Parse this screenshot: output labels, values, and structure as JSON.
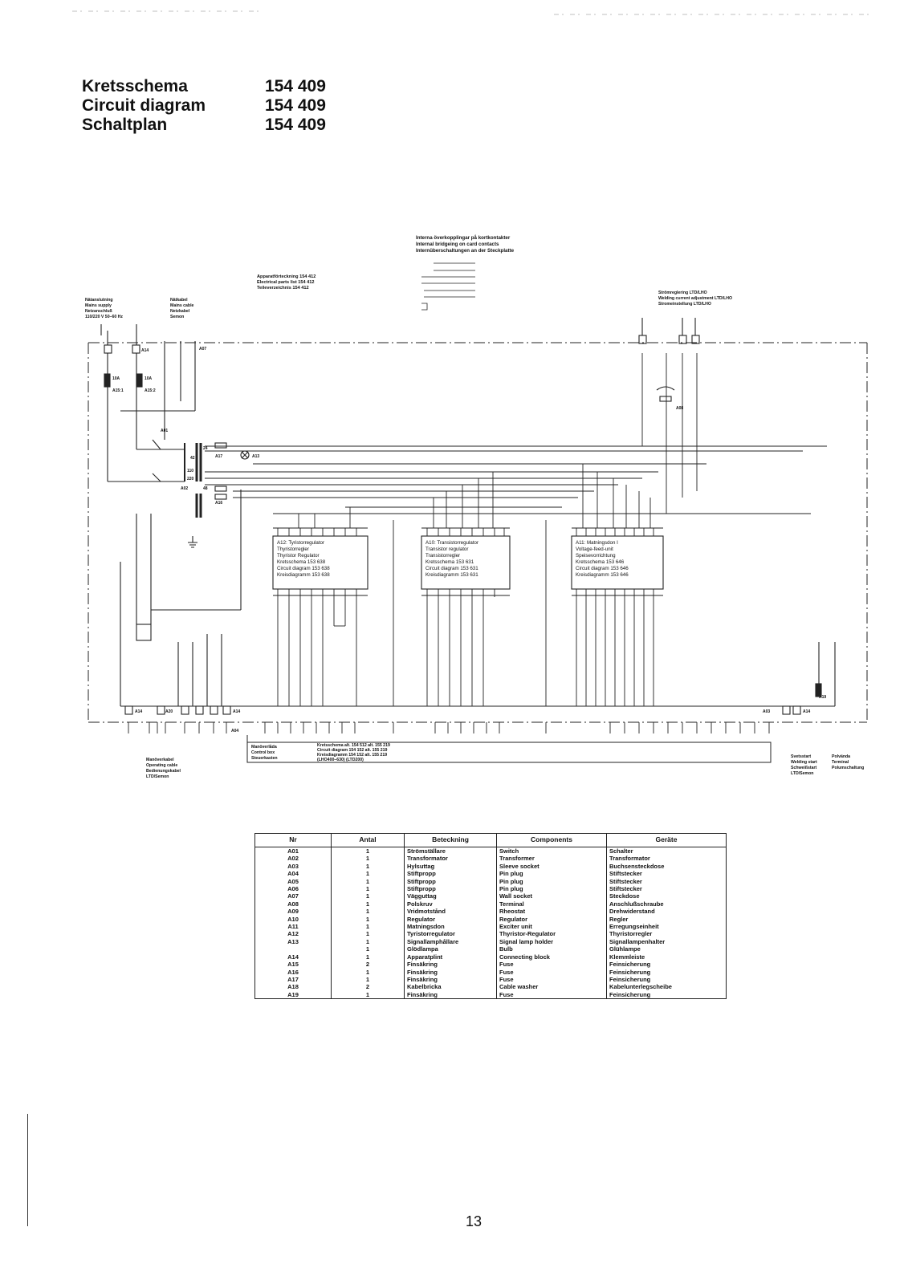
{
  "title": {
    "rows": [
      {
        "name": "Kretsschema",
        "number": "154 409"
      },
      {
        "name": "Circuit diagram",
        "number": "154 409"
      },
      {
        "name": "Schaltplan",
        "number": "154 409"
      }
    ]
  },
  "notes": {
    "internal_bridging": [
      "Interna överkopplingar på kortkontakter",
      "Internal bridgeing on card contacts",
      "Internüberschaltungen an der Steckplatte"
    ],
    "electrical_parts": [
      "Apparatförteckning 154 412",
      "Electrical parts list 154 412",
      "Teileverzeichnis 154 412"
    ],
    "mains_supply": [
      "Nätanslutning",
      "Mains supply",
      "Netzanschluß",
      "110/220 V 50–60 Hz"
    ],
    "mains_cable": [
      "Nätkabel",
      "Mains cable",
      "Netzkabel",
      "Semon"
    ],
    "welding_current": [
      "Strömreglering LTD/LHO",
      "Welding current adjustment LTD/LHO",
      "Stromeinstellung LTD/LHO"
    ],
    "operating_cable": [
      "Manöverkabel",
      "Operating cable",
      "Bedienungskabel",
      "LTD/Semon"
    ],
    "control_box": [
      "Manöverlåda",
      "Control box",
      "Steuerkasten"
    ],
    "control_box_refs": [
      "Kretsschema alt. 154 512 alt. 155 219",
      "Circuit diagram 154 152 alt. 155 219",
      "Kreisdiagramm 154 152 alt. 155 219",
      "(LHO400–630) (LTD200)"
    ],
    "welding_start": [
      "Svetsstart",
      "Welding start",
      "Schweißstart",
      "LTD/Semon"
    ],
    "polarity": [
      "Polvända",
      "Terminal",
      "Polumschaltung"
    ]
  },
  "boards": [
    {
      "id": "a12",
      "lines": [
        "A12: Tyristorregulator",
        "Thyristorregler",
        "Thyristor Regulator",
        "Kretsschema 153 638",
        "Circuit diagram 153 638",
        "Kreisdiagramm 153 638"
      ]
    },
    {
      "id": "a10",
      "lines": [
        "A10: Transistorregulator",
        "Transistor regulator",
        "Transistorregler",
        "Kretsschema 153 631",
        "Circuit diagram 153 631",
        "Kreisdiagramm 153 631"
      ]
    },
    {
      "id": "a11",
      "lines": [
        "A11: Matningsdon I",
        "Voltage-feed-unit",
        "Speisevorrichtung",
        "Kretsschema 153 646",
        "Circuit diagram 153 646",
        "Kreisdiagramm 153 646"
      ]
    }
  ],
  "labels": {
    "a01": "A01",
    "a02": "A02",
    "a07": "A07",
    "a08": "A08",
    "a13": "A13",
    "a14": "A14",
    "a15_1": "A15:1",
    "a15_2": "A15:2",
    "a16": "A16",
    "a17": "A17",
    "a19": "A19",
    "a20": "A20",
    "a04": "A04",
    "a03": "A03",
    "fuse_10a": "10A",
    "v110": "110",
    "v220": "220",
    "v24": "24",
    "v42": "42",
    "v48": "48"
  },
  "parts_table": {
    "headers": [
      "Nr",
      "Antal",
      "Beteckning",
      "Components",
      "Geräte"
    ],
    "rows": [
      [
        "A01",
        "1",
        "Strömställare",
        "Switch",
        "Schalter"
      ],
      [
        "A02",
        "1",
        "Transformator",
        "Transformer",
        "Transformator"
      ],
      [
        "A03",
        "1",
        "Hylsuttag",
        "Sleeve socket",
        "Buchsensteckdose"
      ],
      [
        "A04",
        "1",
        "Stiftpropp",
        "Pin plug",
        "Stiftstecker"
      ],
      [
        "A05",
        "1",
        "Stiftpropp",
        "Pin plug",
        "Stiftstecker"
      ],
      [
        "A06",
        "1",
        "Stiftpropp",
        "Pin plug",
        "Stiftstecker"
      ],
      [
        "A07",
        "1",
        "Vägguttag",
        "Wall socket",
        "Steckdose"
      ],
      [
        "A08",
        "1",
        "Polskruv",
        "Terminal",
        "Anschlußschraube"
      ],
      [
        "A09",
        "1",
        "Vridmotstånd",
        "Rheostat",
        "Drehwiderstand"
      ],
      [
        "A10",
        "1",
        "Regulator",
        "Regulator",
        "Regler"
      ],
      [
        "A11",
        "1",
        "Matningsdon",
        "Exciter unit",
        "Erregungseinheit"
      ],
      [
        "A12",
        "1",
        "Tyristorregulator",
        "Thyristor-Regulator",
        "Thyristorregler"
      ],
      [
        "A13",
        "1",
        "Signallamphållare",
        "Signal lamp holder",
        "Signallampenhalter"
      ],
      [
        "",
        "1",
        "Glödlampa",
        "Bulb",
        "Glühlampe"
      ],
      [
        "A14",
        "1",
        "Apparatplint",
        "Connecting block",
        "Klemmleiste"
      ],
      [
        "A15",
        "2",
        "Finsäkring",
        "Fuse",
        "Feinsicherung"
      ],
      [
        "A16",
        "1",
        "Finsäkring",
        "Fuse",
        "Feinsicherung"
      ],
      [
        "A17",
        "1",
        "Finsäkring",
        "Fuse",
        "Feinsicherung"
      ],
      [
        "A18",
        "2",
        "Kabelbricka",
        "Cable washer",
        "Kabelunterlegscheibe"
      ],
      [
        "A19",
        "1",
        "Finsäkring",
        "Fuse",
        "Feinsicherung"
      ]
    ]
  },
  "page_number": "13"
}
